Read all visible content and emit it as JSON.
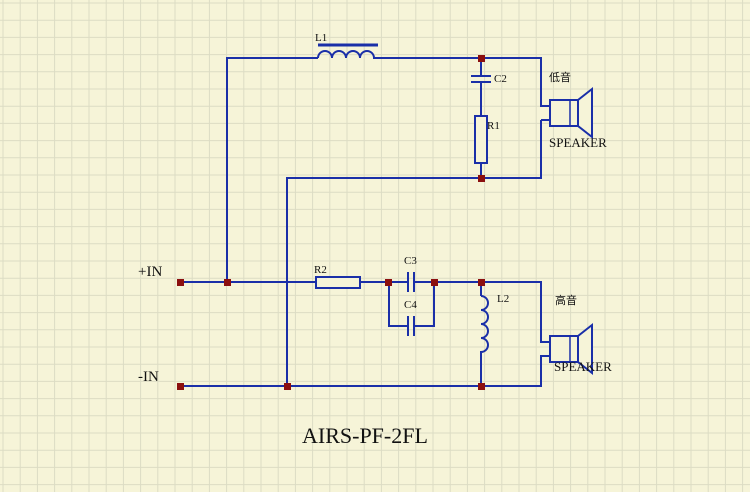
{
  "diagram": {
    "title": "AIRS-PF-2FL",
    "inputs": {
      "plus": "+IN",
      "minus": "-IN"
    },
    "components": {
      "L1": "L1",
      "L2": "L2",
      "C2": "C2",
      "C3": "C3",
      "C4": "C4",
      "R1": "R1",
      "R2": "R2"
    },
    "speakers": {
      "low": {
        "label": "SPEAKER",
        "band": "低音"
      },
      "high": {
        "label": "SPEAKER",
        "band": "高音"
      }
    }
  },
  "colors": {
    "background": "#f6f4d8",
    "grid_minor": "#dcdcc4",
    "grid_major": "#c4c4ac",
    "wire": "#1a2fa8",
    "node": "#8b0f0f",
    "text": "#111111"
  }
}
